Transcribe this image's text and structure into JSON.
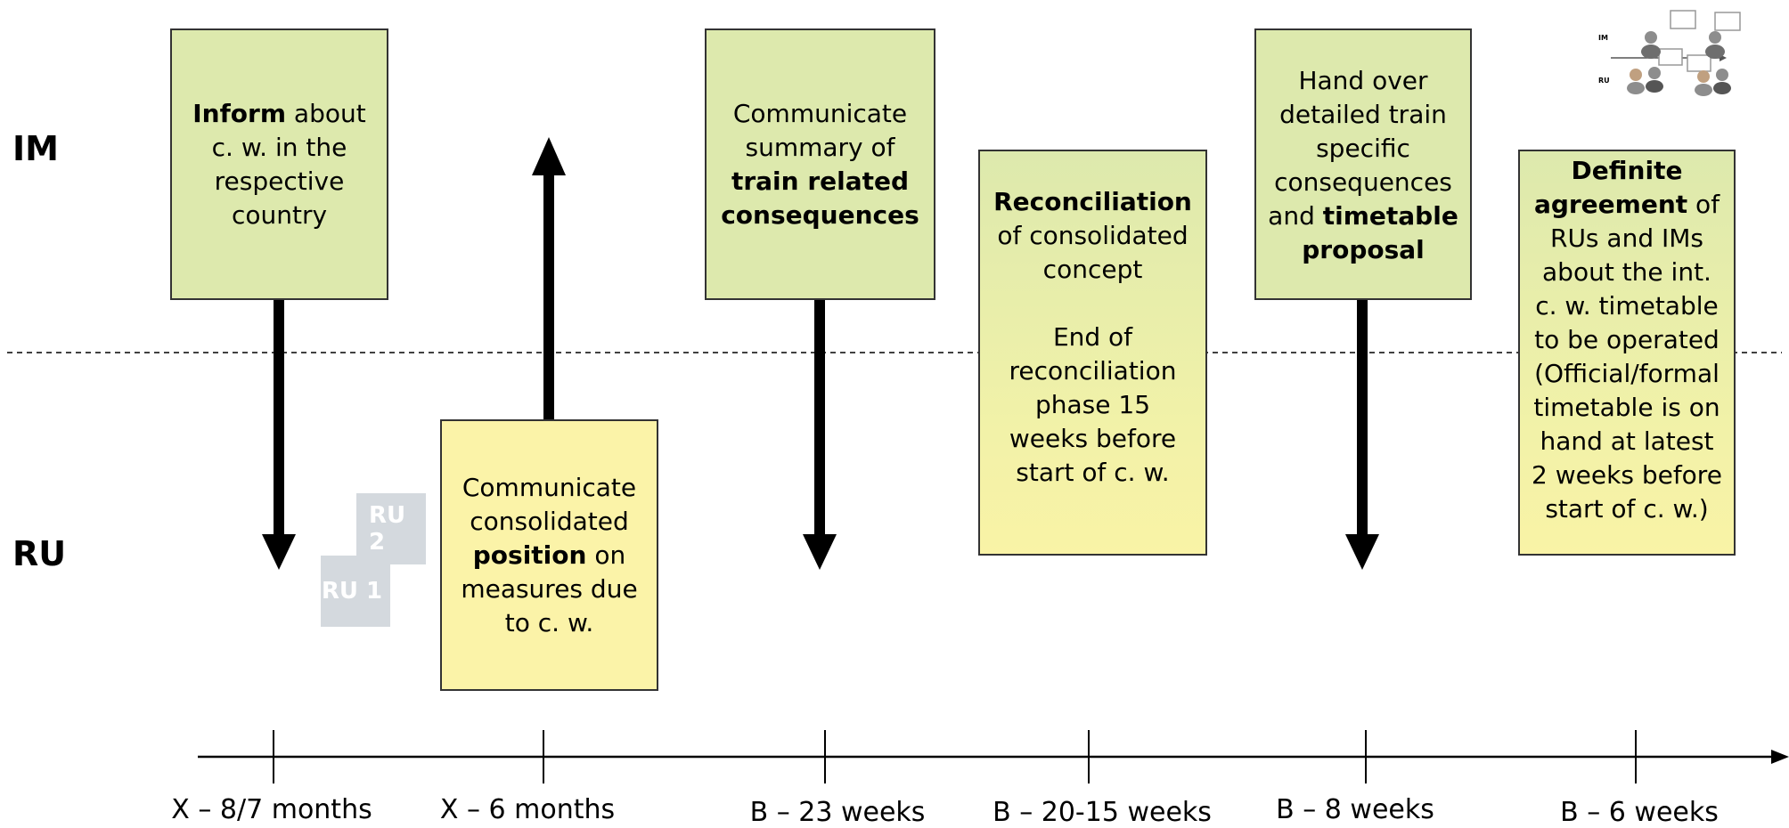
{
  "lanes": {
    "top": "IM",
    "bottom": "RU"
  },
  "steps": [
    {
      "id": "s1",
      "pre": "",
      "bold1": "Inform",
      "mid": " about c. w. in the respective country",
      "bold2": "",
      "post": ""
    },
    {
      "id": "s2",
      "pre": "Communicate consolidated ",
      "bold1": "position",
      "mid": " on measures due to c. w.",
      "bold2": "",
      "post": ""
    },
    {
      "id": "s3",
      "pre": "Communicate summary of ",
      "bold1": "train related consequences",
      "mid": "",
      "bold2": "",
      "post": ""
    },
    {
      "id": "s4",
      "pre": "",
      "bold1": "Reconciliation",
      "mid": " of consolidated concept",
      "bold2": "",
      "post": "End of reconciliation phase 15 weeks before start of c. w."
    },
    {
      "id": "s5",
      "pre": "Hand over detailed train specific consequences and ",
      "bold1": "timetable proposal",
      "mid": "",
      "bold2": "",
      "post": ""
    },
    {
      "id": "s6",
      "pre": "",
      "bold1": "Definite agreement",
      "mid": " of RUs and IMs about the int. c. w. timetable to be operated (Official/formal timetable is on hand at latest 2 weeks before start of c. w.)",
      "bold2": "",
      "post": ""
    }
  ],
  "ru_icon": {
    "ru1": "RU 1",
    "ru2": "RU 2"
  },
  "logo_icon": {
    "im": "IM",
    "ru": "RU"
  },
  "timeline": [
    "X – 8/7 months",
    "X – 6 months",
    "B – 23 weeks",
    "B – 20-15 weeks",
    "B – 8 weeks",
    "B – 6 weeks"
  ]
}
